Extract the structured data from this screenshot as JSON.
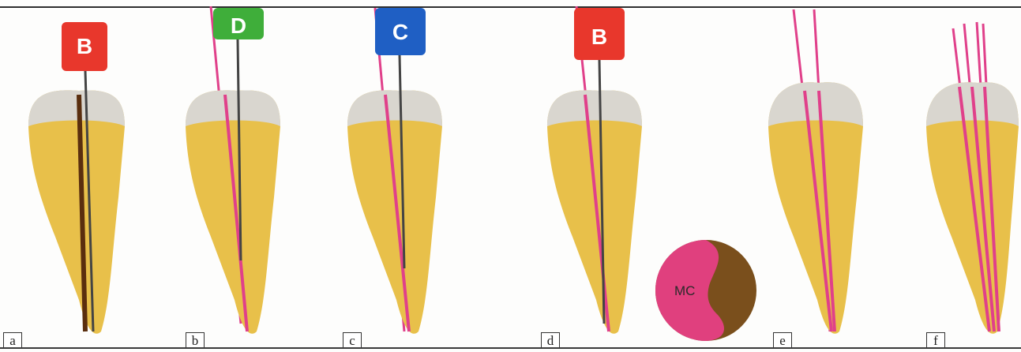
{
  "panels": [
    {
      "id": "a",
      "label": "a",
      "handle": {
        "letter": "B",
        "color": "#e8372c"
      }
    },
    {
      "id": "b",
      "label": "b",
      "handle": {
        "letter": "D",
        "color": "#3fae3a"
      }
    },
    {
      "id": "c",
      "label": "c",
      "handle": {
        "letter": "C",
        "color": "#1f5fc4"
      }
    },
    {
      "id": "d",
      "label": "d",
      "handle": {
        "letter": "B",
        "color": "#e8372c"
      }
    },
    {
      "id": "e",
      "label": "e",
      "handle": null
    },
    {
      "id": "f",
      "label": "f",
      "handle": null
    }
  ],
  "cross_section": {
    "label": "MC",
    "colors": {
      "pink": "#e0407e",
      "brown": "#7a4f1c"
    }
  },
  "colors": {
    "root": "#e8c04a",
    "crown": "#dcdcdc",
    "gutta_percha": "#e0408a",
    "file": "#555555"
  }
}
